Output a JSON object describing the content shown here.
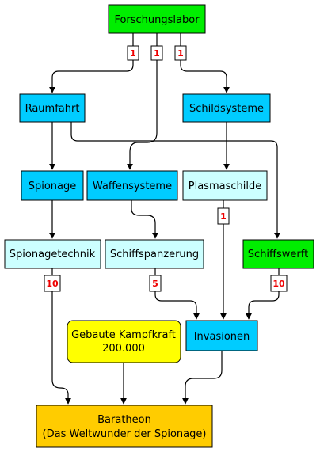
{
  "colors": {
    "green": "#00ee00",
    "blue": "#00ccff",
    "light_cyan": "#ccffff",
    "yellow": "#ffff00",
    "orange": "#ffcc00",
    "border": "#000000",
    "badge_text": "#ee0000"
  },
  "nodes": {
    "forschungslabor": {
      "label": "Forschungslabor",
      "color": "#00ee00"
    },
    "raumfahrt": {
      "label": "Raumfahrt",
      "color": "#00ccff"
    },
    "schildsysteme": {
      "label": "Schildsysteme",
      "color": "#00ccff"
    },
    "spionage": {
      "label": "Spionage",
      "color": "#00ccff"
    },
    "waffensysteme": {
      "label": "Waffensysteme",
      "color": "#00ccff"
    },
    "plasmaschilde": {
      "label": "Plasmaschilde",
      "color": "#ccffff"
    },
    "spionagetechnik": {
      "label": "Spionagetechnik",
      "color": "#ccffff"
    },
    "schiffspanzerung": {
      "label": "Schiffspanzerung",
      "color": "#ccffff"
    },
    "schiffswerft": {
      "label": "Schiffswerft",
      "color": "#00ee00"
    },
    "kampfkraft": {
      "label_line1": "Gebaute Kampfkraft",
      "label_line2": "200.000",
      "color": "#ffff00"
    },
    "invasionen": {
      "label": "Invasionen",
      "color": "#00ccff"
    },
    "baratheon": {
      "label_line1": "Baratheon",
      "label_line2": "(Das Weltwunder der Spionage)",
      "color": "#ffcc00"
    }
  },
  "badges": {
    "forschungslabor_left": "1",
    "forschungslabor_middle": "1",
    "forschungslabor_right": "1",
    "plasmaschilde": "1",
    "spionagetechnik": "10",
    "schiffspanzerung": "5",
    "schiffswerft": "10"
  }
}
